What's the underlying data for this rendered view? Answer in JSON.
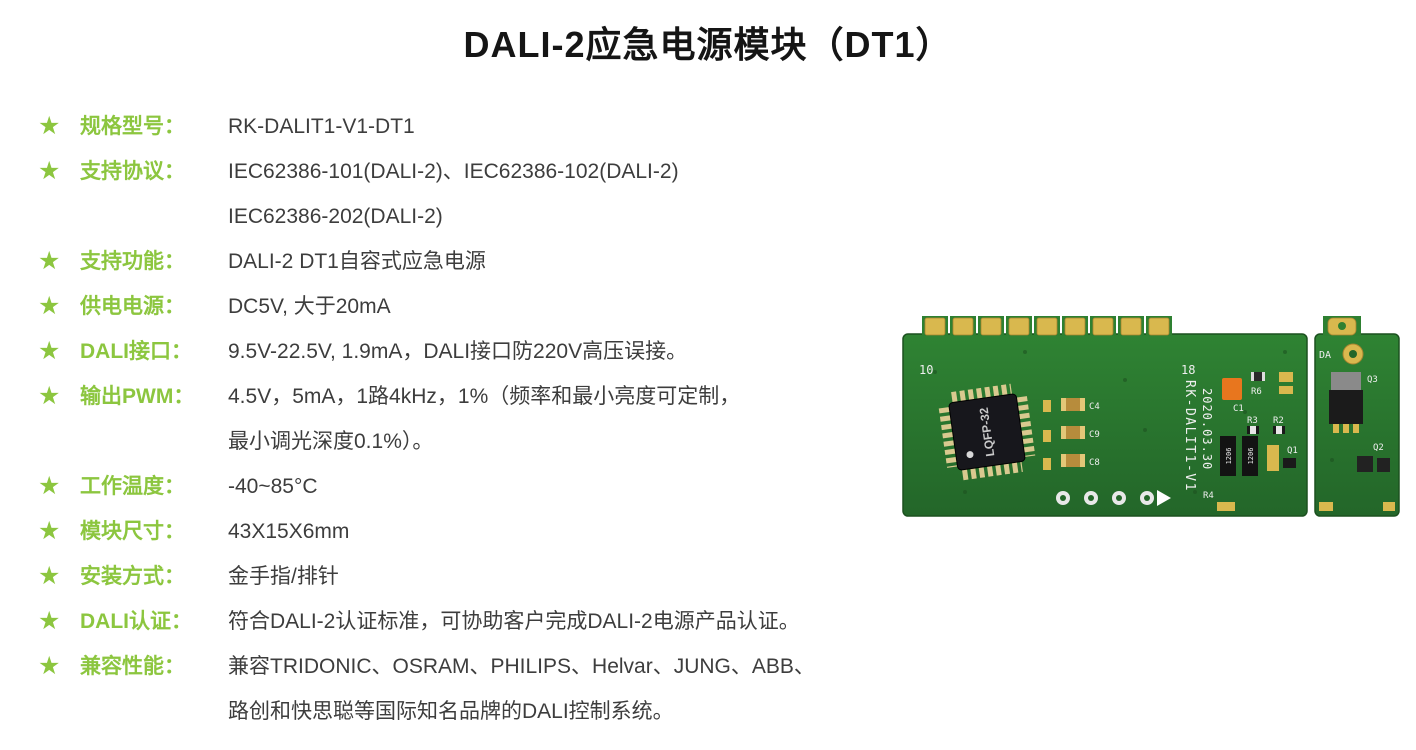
{
  "page": {
    "title": "DALI-2应急电源模块（DT1）"
  },
  "icons": {
    "star": "★"
  },
  "colors": {
    "accent_green": "#8CC63F",
    "text": "#3d3d3d",
    "board_green": "#2E8031",
    "pad_gold": "#D9B84E"
  },
  "specs": [
    {
      "label": "规格型号：",
      "lines": [
        "RK-DALIT1-V1-DT1"
      ]
    },
    {
      "label": "支持协议：",
      "lines": [
        "IEC62386-101(DALI-2)、IEC62386-102(DALI-2)",
        "IEC62386-202(DALI-2)"
      ]
    },
    {
      "label": "支持功能：",
      "lines": [
        "DALI-2 DT1自容式应急电源"
      ]
    },
    {
      "label": "供电电源：",
      "lines": [
        "DC5V, 大于20mA"
      ]
    },
    {
      "label": "DALI接口：",
      "lines": [
        "9.5V-22.5V, 1.9mA，DALI接口防220V高压误接。"
      ]
    },
    {
      "label": "输出PWM：",
      "lines": [
        "4.5V，5mA，1路4kHz，1%（频率和最小亮度可定制，",
        "最小调光深度0.1%）。"
      ]
    },
    {
      "label": "工作温度：",
      "lines": [
        "-40~85°C"
      ]
    },
    {
      "label": "模块尺寸：",
      "lines": [
        "43X15X6mm"
      ]
    },
    {
      "label": "安装方式：",
      "lines": [
        "金手指/排针"
      ]
    },
    {
      "label": "DALI认证：",
      "lines": [
        "符合DALI-2认证标准，可协助客户完成DALI-2电源产品认证。"
      ]
    },
    {
      "label": "兼容性能：",
      "lines": [
        "兼容TRIDONIC、OSRAM、PHILIPS、Helvar、JUNG、ABB、",
        "路创和快思聪等国际知名品牌的DALI控制系统。"
      ]
    }
  ],
  "pcb": {
    "pin_left": "10",
    "pin_right": "18",
    "chip_marking": "LQFP-32",
    "silkscreen_model": "RK-DALIT1-V1",
    "silkscreen_date": "2020.03.30",
    "labels": {
      "c1": "C1",
      "c4": "C4",
      "c9": "C9",
      "c8": "C8",
      "r2": "R2",
      "r3": "R3",
      "r4": "R4",
      "r6": "R6",
      "q1": "Q1",
      "q2": "Q2",
      "q3": "Q3",
      "da": "DA",
      "smd": "1206"
    }
  }
}
